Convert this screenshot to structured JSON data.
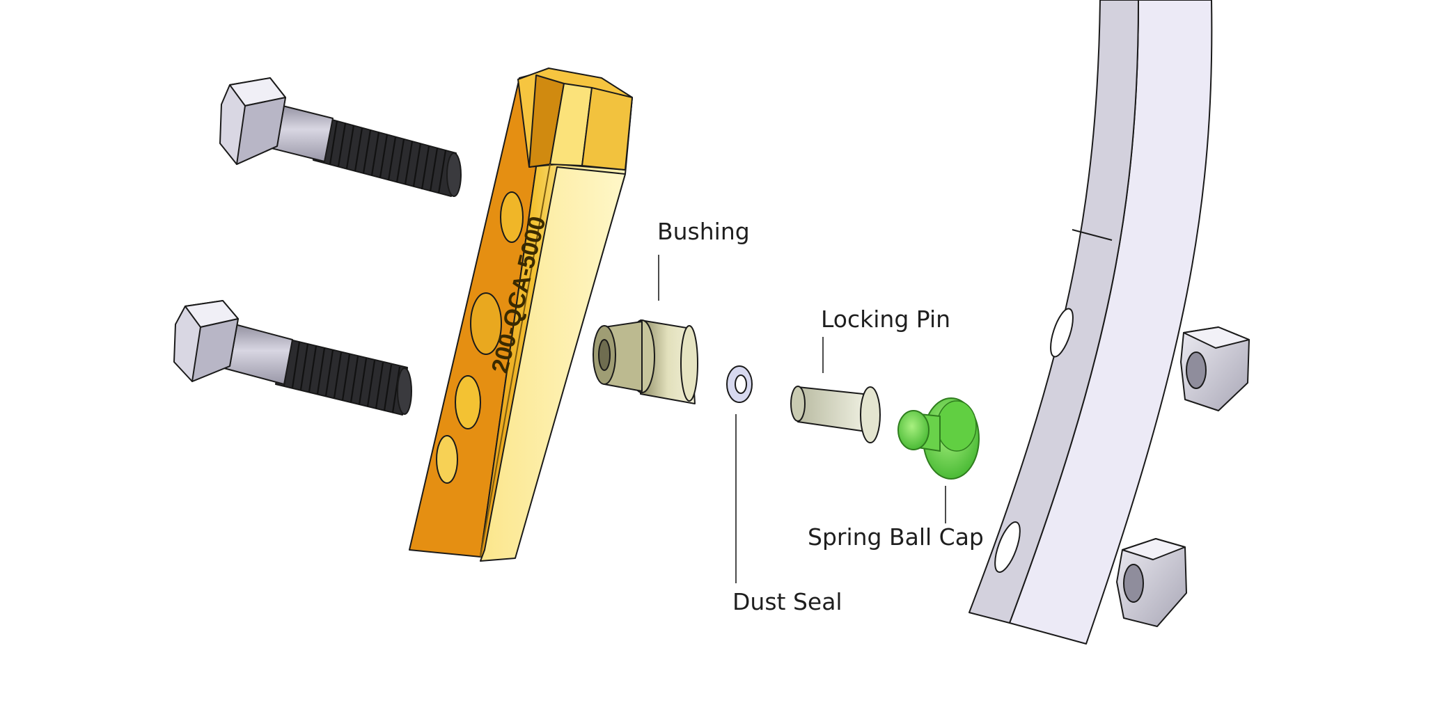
{
  "labels": {
    "bushing": "Bushing",
    "locking_pin": "Locking Pin",
    "dust_seal": "Dust Seal",
    "spring_ball_cap": "Spring Ball Cap"
  },
  "part_number": "200-QCA-5000",
  "colors": {
    "adapter_gold": "#f3c233",
    "bolt_gray": "#c8c6d3",
    "bushing_olive": "#d8d6b0",
    "dust_seal_blue": "#d7d9ef",
    "pin_sage": "#dcdec6",
    "cap_green": "#6fd44c",
    "shroud_lilac": "#eceaf6"
  }
}
